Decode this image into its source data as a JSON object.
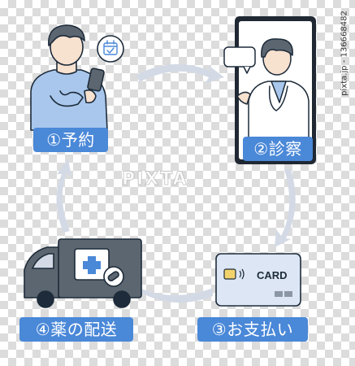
{
  "steps": [
    {
      "label": "①予約"
    },
    {
      "label": "②診察"
    },
    {
      "label": "③お支払い"
    },
    {
      "label": "④薬の配送"
    }
  ],
  "card": {
    "text": "CARD"
  },
  "watermark": "PIXTA",
  "credit": "pixta.jp - 136668482",
  "colors": {
    "label_bg": "#4a88d8",
    "arrow": "#d3dae6",
    "outline": "#1d2b3a",
    "shirt_blue": "#a9c7ec",
    "skin": "#f7e1cf",
    "phone_frame": "#202833"
  },
  "icons": [
    "calendar-check-icon",
    "medicine-box-icon",
    "capsule-icon",
    "card-chip-icon",
    "contactless-icon"
  ]
}
